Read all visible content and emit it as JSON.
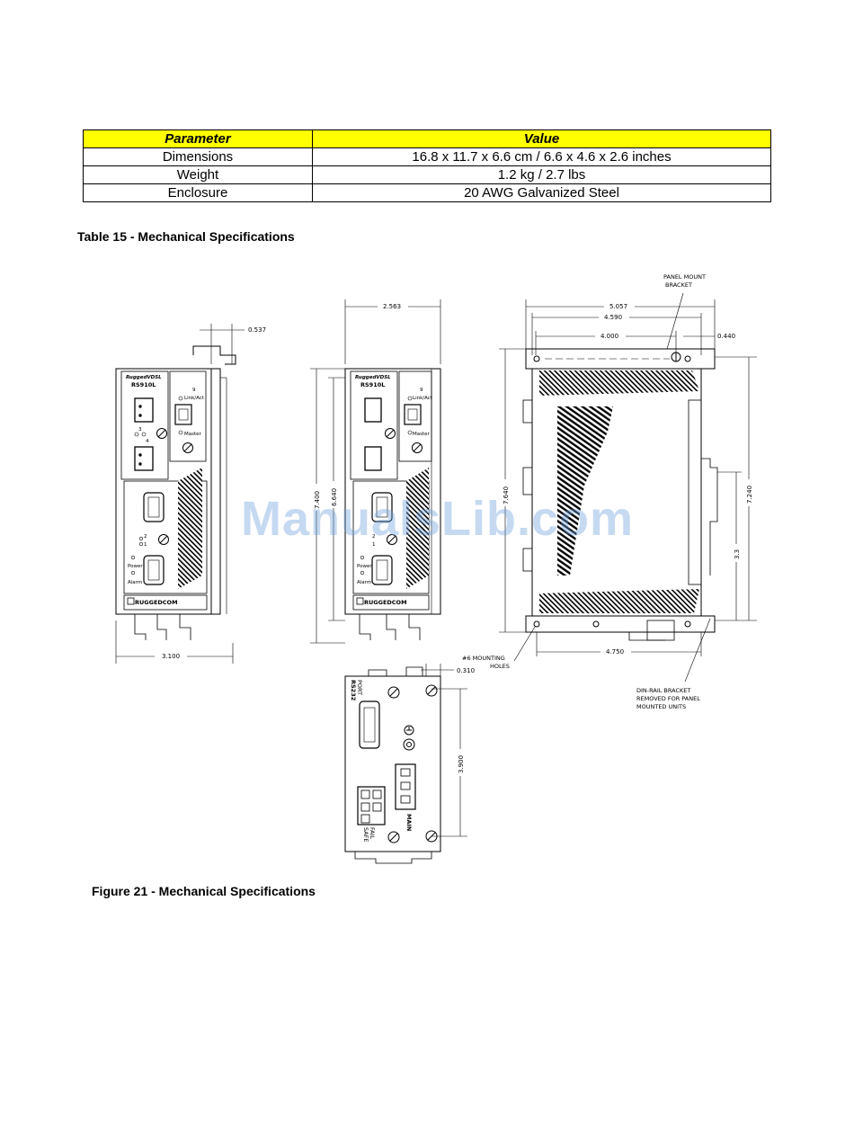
{
  "table": {
    "headers": [
      "Parameter",
      "Value"
    ],
    "rows": [
      [
        "Dimensions",
        "16.8 x 11.7 x 6.6 cm / 6.6 x 4.6 x 2.6 inches"
      ],
      [
        "Weight",
        "1.2 kg  / 2.7 lbs"
      ],
      [
        "Enclosure",
        "20 AWG Galvanized Steel"
      ]
    ]
  },
  "table_caption": "Table 15 - Mechanical Specifications",
  "figure_caption": "Figure 21 - Mechanical Specifications",
  "drawing": {
    "front_view": {
      "dims": {
        "top_offset": "0.537",
        "width": "3.100"
      },
      "labels": {
        "brand_model": "RuggedVDSL",
        "model": "RS910L",
        "link_port": "9",
        "link_act": "Link/Act",
        "master": "Master",
        "port3": "3",
        "port4": "4",
        "port2": "2",
        "port1": "1",
        "power": "Power",
        "alarm": "Alarm",
        "logo": "RUGGEDCOM"
      }
    },
    "front_view_2": {
      "dims": {
        "width": "2.563",
        "height_outer": "7.400",
        "height_inner": "6.640"
      },
      "labels": {
        "brand_model": "RuggedVDSL",
        "model": "RS910L",
        "link_port": "9",
        "link_act": "Link/Act",
        "master": "Master",
        "port2": "2",
        "port1": "1",
        "power": "Power",
        "alarm": "Alarm",
        "logo": "RUGGEDCOM"
      }
    },
    "side_view": {
      "dims": {
        "overall": "5.057",
        "span1": "4.590",
        "span2": "4.000",
        "offset": "0.440",
        "height_left": "7.640",
        "height_right": "7.240",
        "mid": "3.3",
        "bottom": "4.750"
      },
      "labels": {
        "panel_mount": "PANEL MOUNT",
        "bracket": "BRACKET",
        "mounting": "#6  MOUNTING",
        "holes": "HOLES",
        "din_line1": "DIN-RAIL  BRACKET",
        "din_line2": "REMOVED  FOR  PANEL",
        "din_line3": "MOUNTED  UNITS"
      }
    },
    "bottom_view": {
      "dims": {
        "offset": "0.310",
        "height": "3.900"
      },
      "labels": {
        "rs232": "RS232",
        "port": "PORT",
        "main": "MAIN",
        "fail": "FAIL",
        "safe": "SAFE"
      }
    }
  },
  "watermark": "ManualsLib.com"
}
